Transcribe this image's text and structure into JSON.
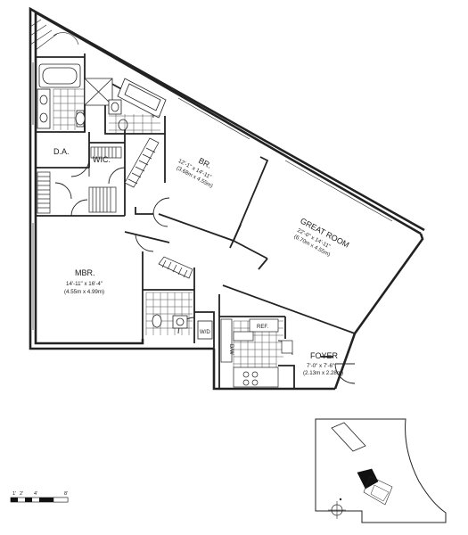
{
  "rooms": {
    "da": {
      "name": "D.A."
    },
    "wic": {
      "name": "WIC."
    },
    "br": {
      "name": "BR.",
      "dim_imperial": "12'-1\" x 14'-11\"",
      "dim_metric": "(3.68m x 4.55m)"
    },
    "great_room": {
      "name": "GREAT ROOM",
      "dim_imperial": "22'-0\" x 14'-11\"",
      "dim_metric": "(6.70m x 4.55m)"
    },
    "mbr": {
      "name": "MBR.",
      "dim_imperial": "14'-11\" x 16'-4\"",
      "dim_metric": "(4.55m x 4.99m)"
    },
    "foyer": {
      "name": "FOYER",
      "dim_imperial": "7'-0\" x 7'-6\"",
      "dim_metric": "(2.13m x 2.28m)"
    }
  },
  "fixtures": {
    "ref": "REF.",
    "dw": "D/W",
    "wd": "W/D"
  },
  "scale_bar": {
    "ticks": [
      "1'",
      "2'",
      "4'",
      "8'"
    ]
  }
}
